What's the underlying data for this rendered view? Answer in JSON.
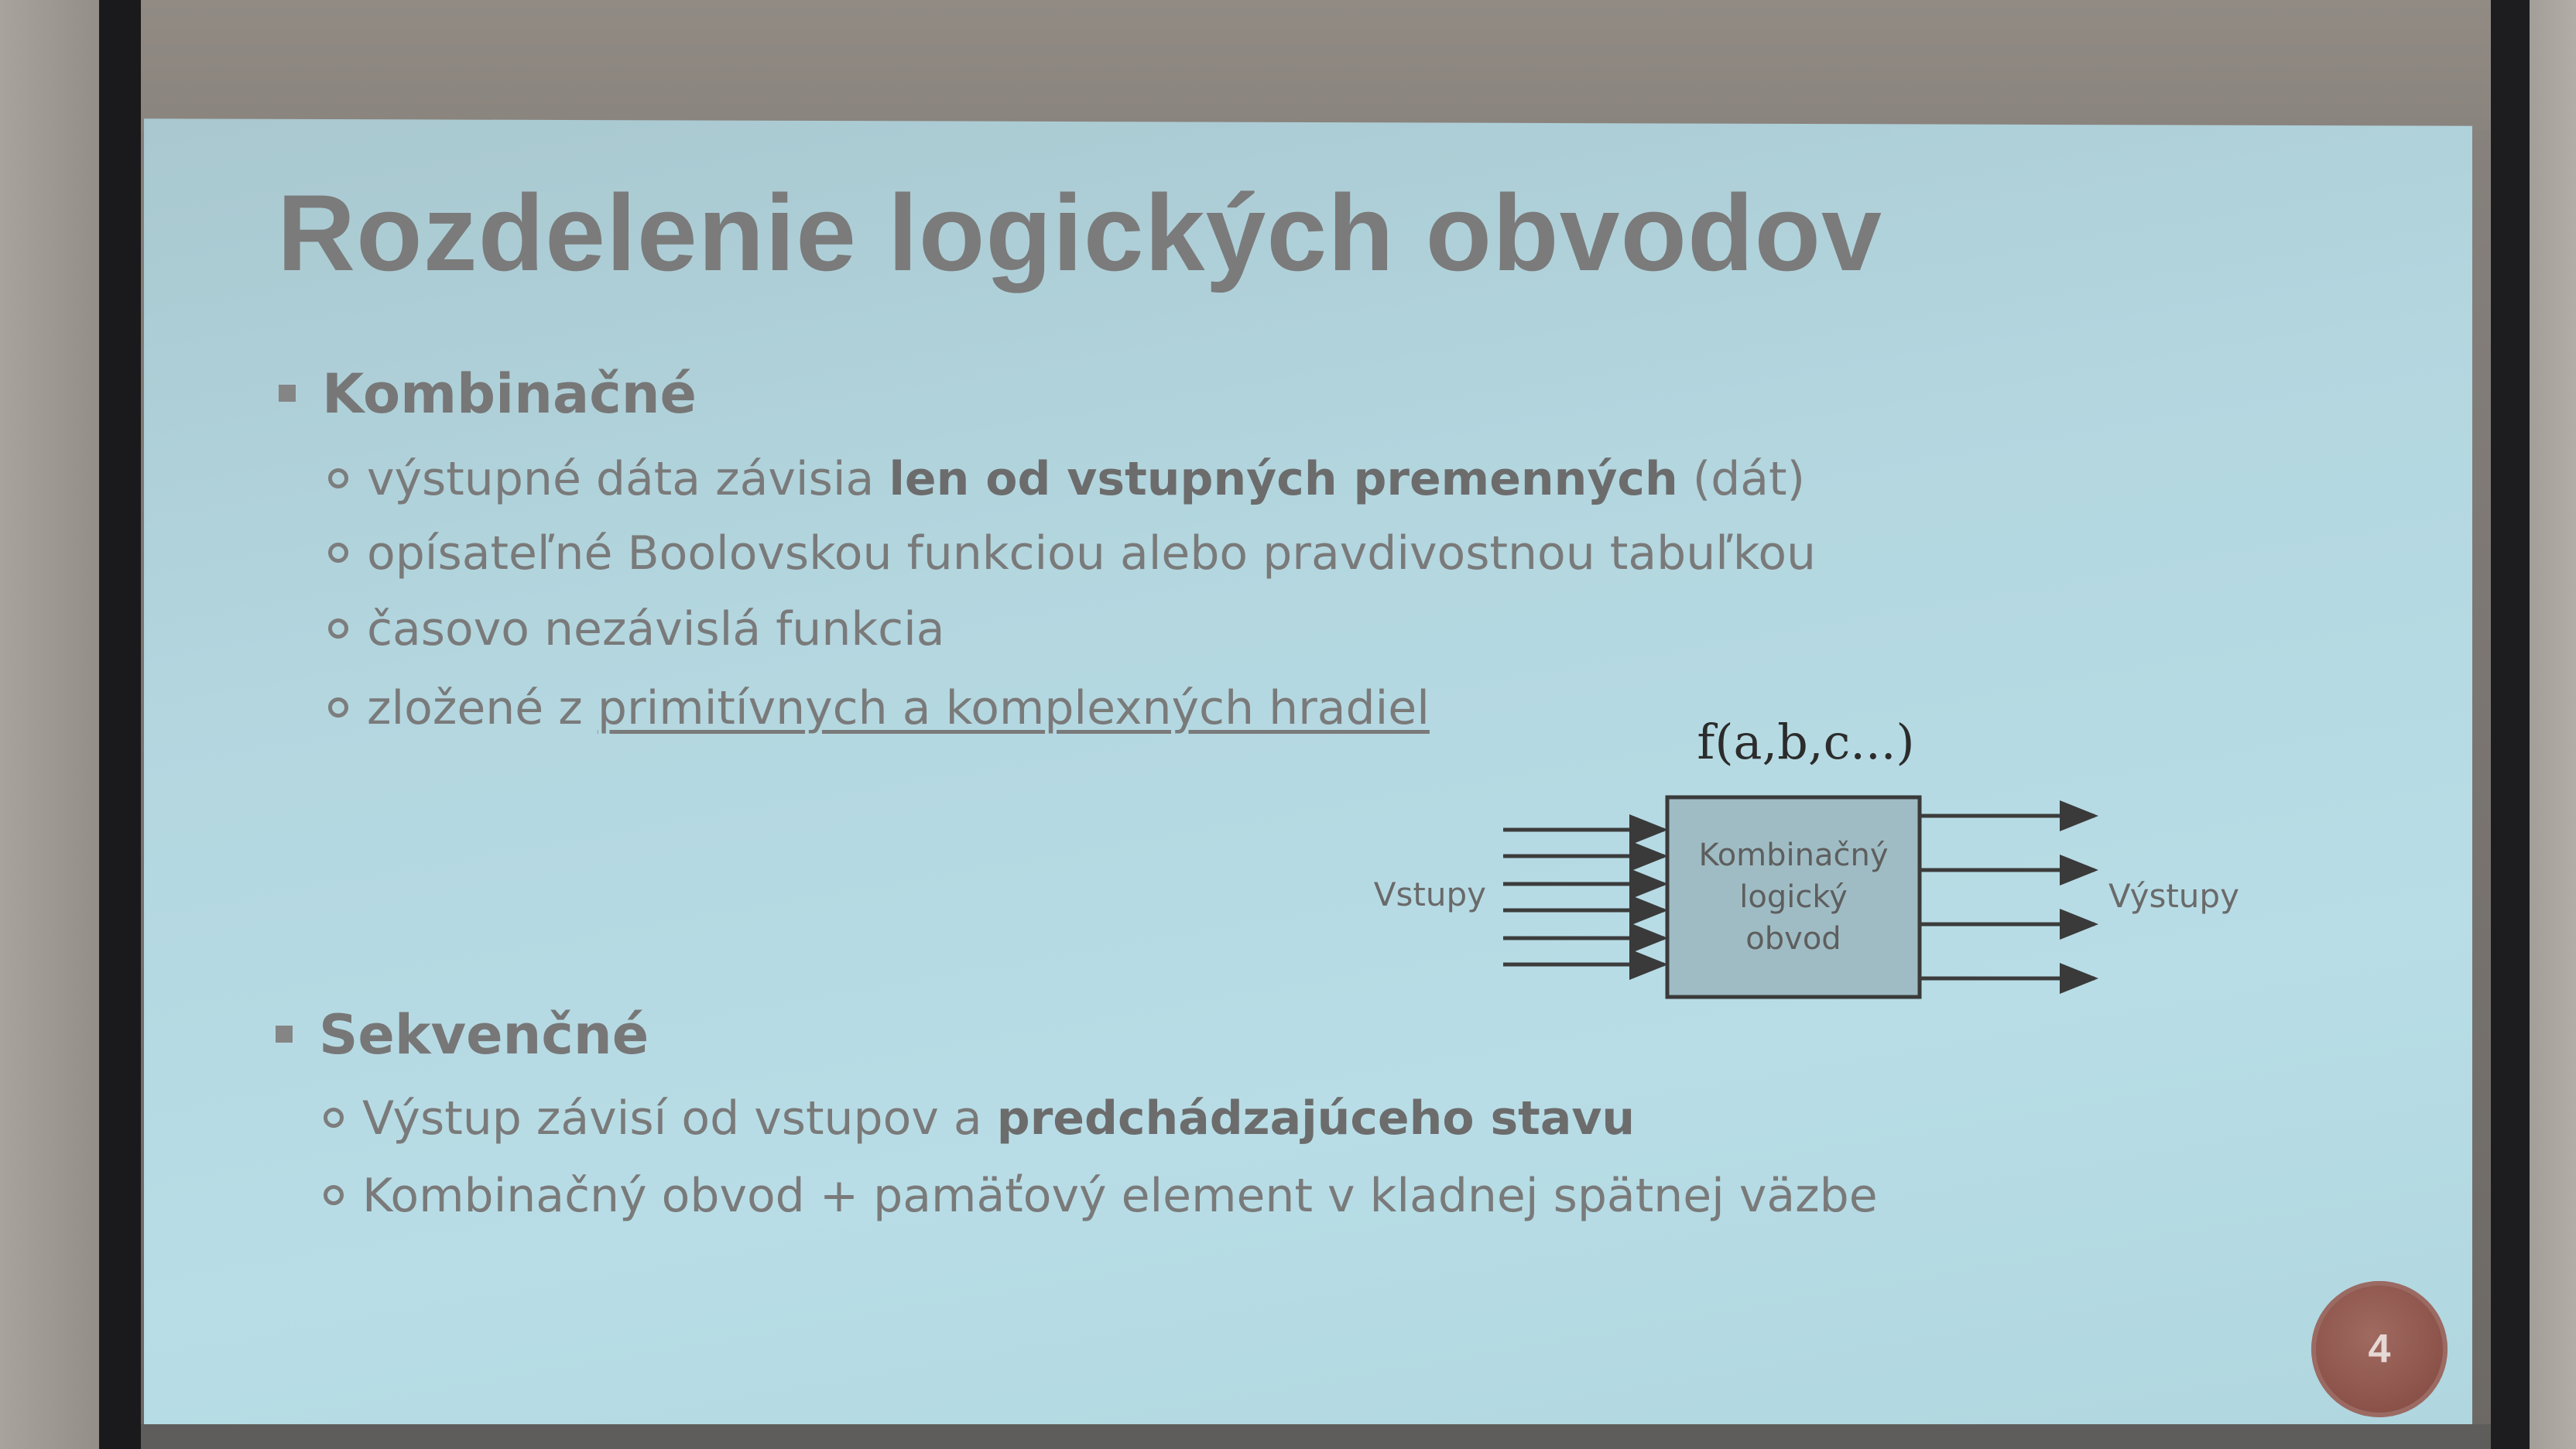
{
  "slide": {
    "title": "Rozdelenie logických obvodov",
    "page_number": "4",
    "sections": [
      {
        "heading": "Kombinačné",
        "items": [
          {
            "pre": "výstupné dáta závisia ",
            "bold": "len od vstupných premenných",
            "post": " (dát)"
          },
          {
            "text": "opísateľné Boolovskou funkciou alebo pravdivostnou tabuľkou"
          },
          {
            "text": "časovo nezávislá funkcia"
          },
          {
            "pre": "zložené z ",
            "underline": "primitívnych a komplexných hradiel"
          }
        ]
      },
      {
        "heading": "Sekvenčné",
        "items": [
          {
            "pre": "Výstup závisí od vstupov a ",
            "bold": "predchádzajúceho stavu"
          },
          {
            "text": "Kombinačný obvod + pamäťový element v kladnej spätnej väzbe"
          }
        ]
      }
    ],
    "diagram": {
      "function_label": "f(a,b,c...)",
      "inputs_label": "Vstupy",
      "outputs_label": "Výstupy",
      "box_line1": "Kombinačný",
      "box_line2": "logický",
      "box_line3": "obvod",
      "input_count": 6,
      "output_count": 4
    }
  }
}
